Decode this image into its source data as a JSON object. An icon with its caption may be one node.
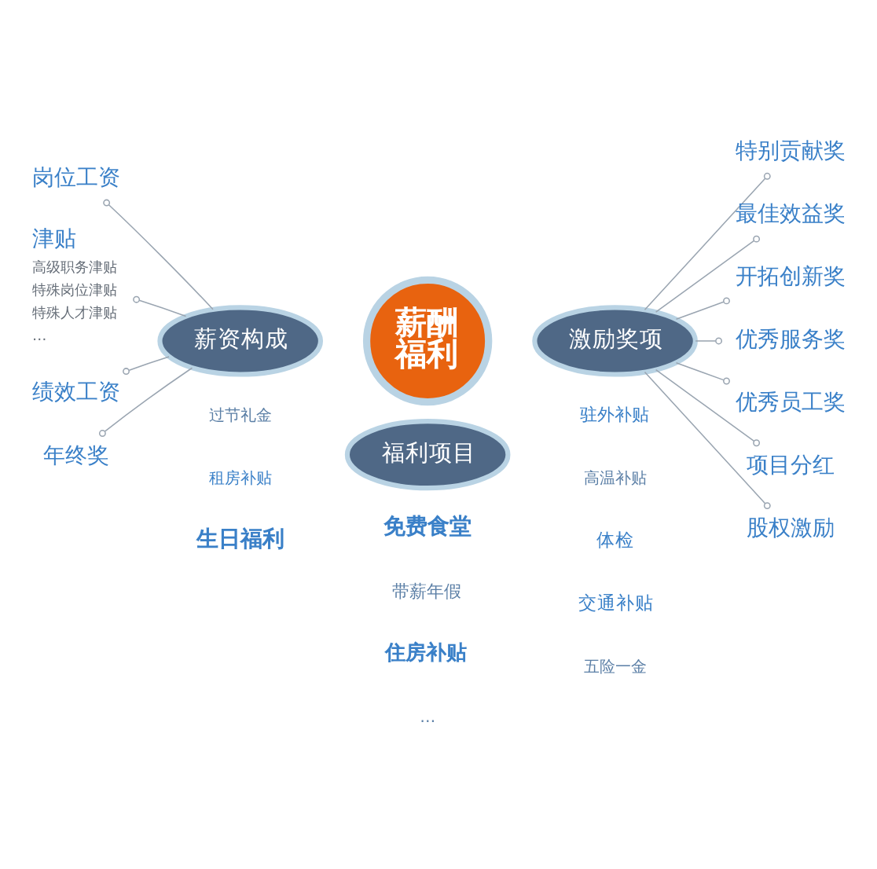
{
  "diagram": {
    "nodes": [
      {
        "text": [
          "薪酬福利"
        ]
      },
      {
        "text": [
          "薪资构成"
        ]
      },
      {
        "text": [
          "激励奖项"
        ]
      },
      {
        "text": [
          "福利项目"
        ]
      },
      {
        "text": [
          "岗位工资"
        ]
      },
      {
        "text": [
          "津贴"
        ],
        "beside": [
          "高级职务津贴",
          "特殊岗位津贴",
          "特殊人才津贴",
          "…"
        ]
      },
      {
        "text": [
          "绩效工资"
        ]
      },
      {
        "text": [
          "年终奖"
        ]
      },
      {
        "text": [
          "特别贡献奖"
        ]
      },
      {
        "text": [
          "最佳效益奖"
        ]
      },
      {
        "text": [
          "开拓创新奖"
        ]
      },
      {
        "text": [
          "优秀服务奖"
        ]
      },
      {
        "text": [
          "优秀员工奖"
        ]
      },
      {
        "text": [
          "项目分红"
        ]
      },
      {
        "text": [
          "股权激励"
        ]
      }
    ],
    "edges": [
      {
        "from": 1,
        "to": 4,
        "arrow": "other"
      },
      {
        "from": 1,
        "to": 5,
        "arrow": "other"
      },
      {
        "from": 1,
        "to": 6,
        "arrow": "other"
      },
      {
        "from": 1,
        "to": 7,
        "arrow": "other"
      },
      {
        "from": 2,
        "to": 8,
        "arrow": "other"
      },
      {
        "from": 2,
        "to": 9,
        "arrow": "other"
      },
      {
        "from": 2,
        "to": 10,
        "arrow": "other"
      },
      {
        "from": 2,
        "to": 11,
        "arrow": "other"
      },
      {
        "from": 2,
        "to": 12,
        "arrow": "other"
      },
      {
        "from": 2,
        "to": 13,
        "arrow": "other"
      },
      {
        "from": 2,
        "to": 14,
        "arrow": "other"
      }
    ],
    "labels": [
      "过节礼金",
      "驻外补贴",
      "租房补贴",
      "免费食堂",
      "高温补贴",
      "体检",
      "生日福利",
      "带薪年假",
      "交通补贴",
      "住房补贴",
      "五险一金",
      "…"
    ]
  }
}
